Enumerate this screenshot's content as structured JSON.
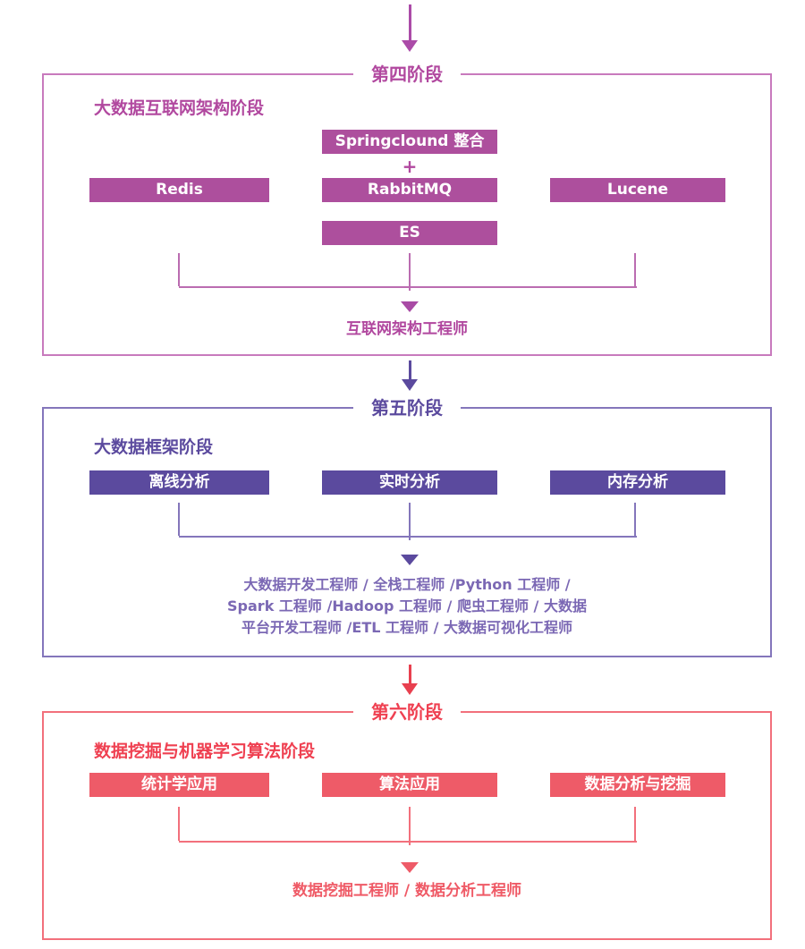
{
  "top_arrow": {
    "color": "#ab4ba8"
  },
  "stages": [
    {
      "title": "第四阶段",
      "label": "大数据互联网架构阶段",
      "integration_button": "Springclound 整合",
      "plus": "+",
      "buttons": [
        "Redis",
        "RabbitMQ",
        "Lucene"
      ],
      "es_button": "ES",
      "result_lines": [
        "互联网架构工程师"
      ],
      "colors": {
        "accent": "#b1489f",
        "border": "#c87abd",
        "button_bg": "#ad4f9d",
        "button_text": "#ffffff",
        "connector": "#bb6cb1"
      }
    },
    {
      "title": "第五阶段",
      "label": "大数据框架阶段",
      "buttons": [
        "离线分析",
        "实时分析",
        "内存分析"
      ],
      "result_lines": [
        "大数据开发工程师 / 全栈工程师 /Python 工程师 /",
        "Spark 工程师 /Hadoop 工程师 / 爬虫工程师 / 大数据",
        "平台开发工程师 /ETL 工程师 / 大数据可视化工程师"
      ],
      "colors": {
        "accent": "#5b4a9e",
        "border": "#8476bb",
        "button_bg": "#5b4a9e",
        "button_text": "#ffffff",
        "connector": "#8476bb",
        "result_text": "#7b68b4"
      }
    },
    {
      "title": "第六阶段",
      "label": "数据挖掘与机器学习算法阶段",
      "buttons": [
        "统计学应用",
        "算法应用",
        "数据分析与挖掘"
      ],
      "result_lines": [
        "数据挖掘工程师 / 数据分析工程师"
      ],
      "colors": {
        "accent": "#ef4051",
        "border": "#f2707c",
        "button_bg": "#ee5b68",
        "button_text": "#ffffff",
        "connector": "#f2707c",
        "result_text": "#ef5a66"
      }
    }
  ]
}
